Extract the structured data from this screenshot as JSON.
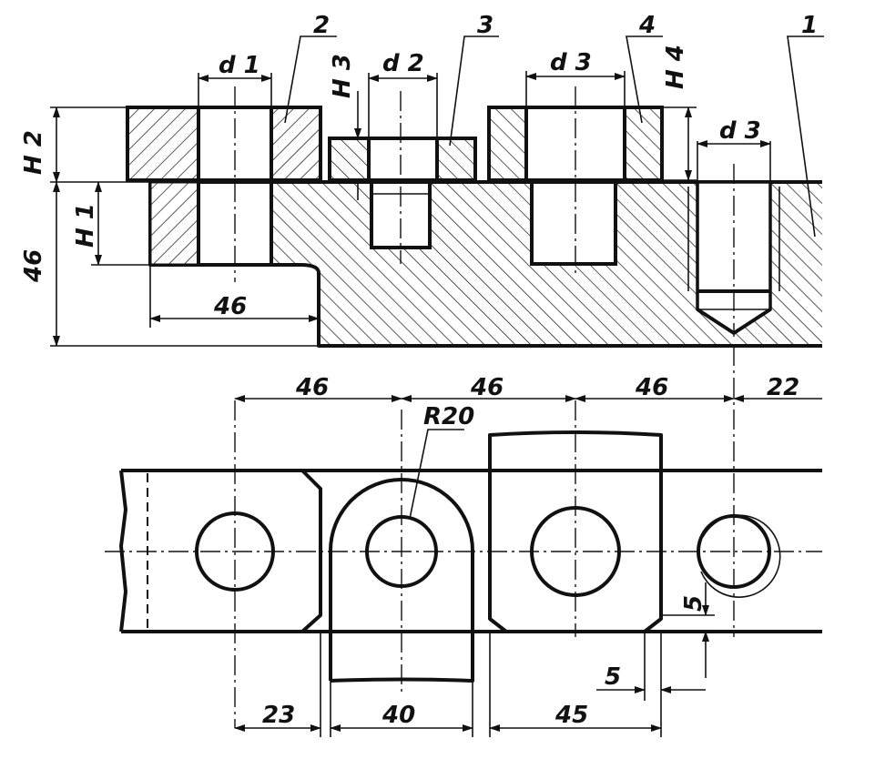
{
  "parts": {
    "base": "1",
    "washer_left": "2",
    "washer_middle": "3",
    "washer_right": "4"
  },
  "symbols": {
    "d1": "d 1",
    "d2": "d 2",
    "d3_top": "d 3",
    "d3_right": "d 3",
    "H1": "H 1",
    "H2": "H 2",
    "H3": "H 3",
    "H4": "H 4"
  },
  "dimensions": {
    "height_left": "46",
    "base_step": "46",
    "pitch_1": "46",
    "pitch_2": "46",
    "pitch_3": "46",
    "pitch_4": "22",
    "radius": "R20",
    "bottom_1": "23",
    "bottom_2": "40",
    "bottom_3": "45",
    "gap_horizontal": "5",
    "gap_vertical": "5"
  }
}
